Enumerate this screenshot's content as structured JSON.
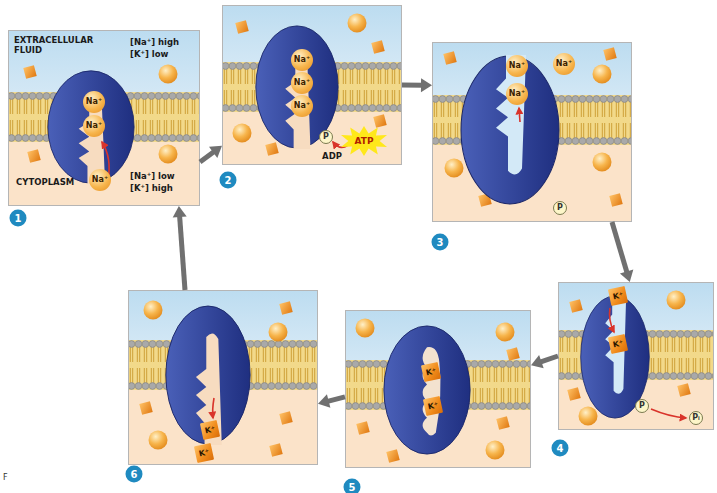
{
  "diagram": {
    "nodes": [
      {
        "text": [
          "1",
          "EXTRACELLULAR FLUID",
          "[Na⁺] high",
          "[K⁺] low",
          "Na⁺",
          "Na⁺",
          "Na⁺",
          "CYTOPLASM",
          "[Na⁺] low",
          "[K⁺] high"
        ]
      },
      {
        "text": [
          "2",
          "Na⁺",
          "Na⁺",
          "Na⁺",
          "P",
          "ATP",
          "ADP"
        ]
      },
      {
        "text": [
          "3",
          "Na⁺",
          "Na⁺",
          "Na⁺",
          "P"
        ]
      },
      {
        "text": [
          "4",
          "K⁺",
          "K⁺",
          "P",
          "Pᵢ"
        ]
      },
      {
        "text": [
          "5",
          "K⁺",
          "K⁺"
        ]
      },
      {
        "text": [
          "6",
          "K⁺",
          "K⁺"
        ]
      }
    ],
    "edges": [
      {
        "from": 0,
        "to": 1,
        "arrow": "to"
      },
      {
        "from": 1,
        "to": 2,
        "arrow": "to"
      },
      {
        "from": 2,
        "to": 3,
        "arrow": "to"
      },
      {
        "from": 3,
        "to": 4,
        "arrow": "to"
      },
      {
        "from": 4,
        "to": 5,
        "arrow": "to"
      },
      {
        "from": 5,
        "to": 0,
        "arrow": "to"
      }
    ],
    "labels": [
      "F"
    ]
  }
}
